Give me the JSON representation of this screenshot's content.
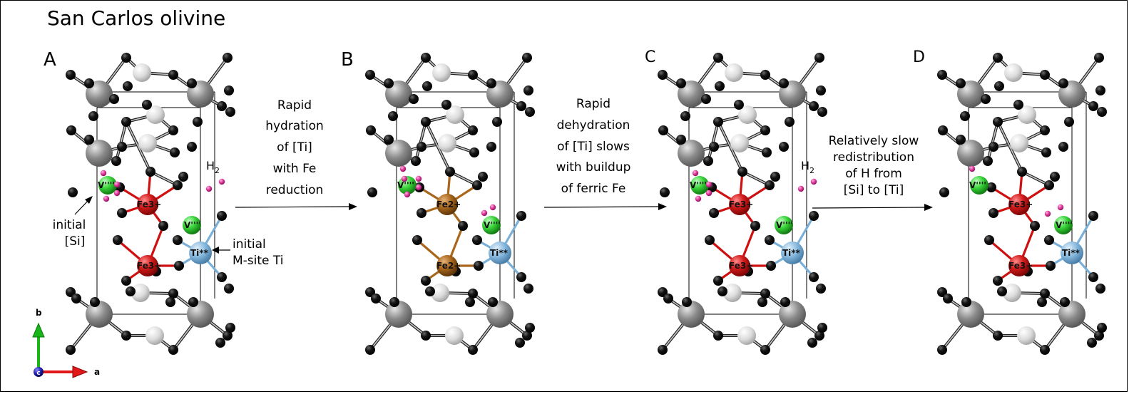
{
  "figure": {
    "title": "San Carlos olivine"
  },
  "panels": [
    {
      "letter": "A"
    },
    {
      "letter": "B"
    },
    {
      "letter": "C"
    },
    {
      "letter": "D"
    }
  ],
  "arrows": [
    {
      "lines": [
        "Rapid",
        "hydration",
        "of [Ti]",
        "with Fe",
        "reduction"
      ]
    },
    {
      "lines": [
        "Rapid",
        "dehydration",
        "of [Ti] slows",
        "with buildup",
        "of ferric Fe"
      ]
    },
    {
      "lines": [
        "Relatively slow",
        "redistribution",
        "of H from",
        "[Si] to [Ti]"
      ]
    }
  ],
  "annotations": {
    "h2": "H",
    "h2_sub": "2",
    "initial_si": [
      "initial",
      "[Si]"
    ],
    "initial_ti": [
      "initial",
      "M-site Ti"
    ]
  },
  "axes": {
    "b": "b",
    "a": "a",
    "c": "c"
  },
  "atom_labels": {
    "fe3": "Fe3+",
    "fe2": "Fe2+",
    "ti": "Ti**",
    "vac": "V''''"
  },
  "colors": {
    "oxygen": "#0a0a0a",
    "silicon": "#8c8c8c",
    "mg_light": "#e2e2e2",
    "fe3": "#cf1010",
    "fe2": "#a8671d",
    "ti": "#7ab0d8",
    "vacancy": "#35d235",
    "hydrogen": "#e0359a",
    "axis_b": "#19b619",
    "axis_a": "#e21818",
    "axis_c": "#1a1aa8"
  }
}
